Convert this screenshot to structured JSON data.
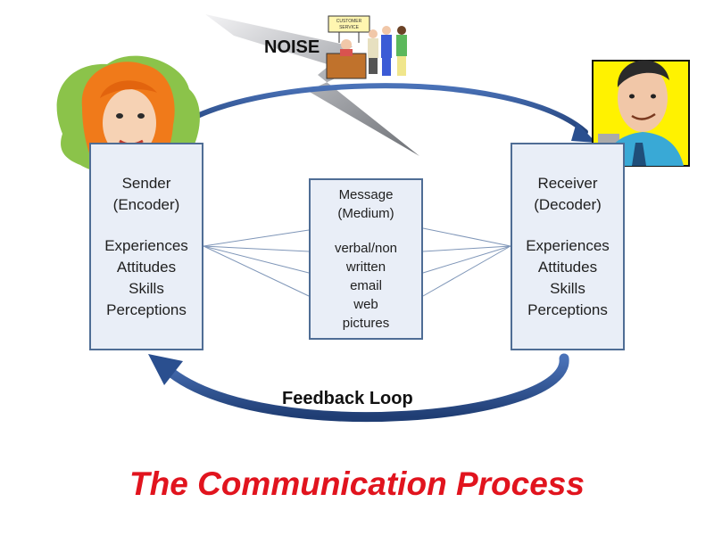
{
  "noise_label": "NOISE",
  "sign_text": [
    "CUSTOMER",
    "SERVICE"
  ],
  "sender": {
    "title": "Sender",
    "subtitle": "(Encoder)",
    "items": [
      "Experiences",
      "Attitudes",
      "Skills",
      "Perceptions"
    ]
  },
  "message": {
    "title": "Message",
    "subtitle": "(Medium)",
    "items": [
      "verbal/non",
      "written",
      "email",
      "web",
      "pictures"
    ]
  },
  "receiver": {
    "title": "Receiver",
    "subtitle": "(Decoder)",
    "items": [
      "Experiences",
      "Attitudes",
      "Skills",
      "Perceptions"
    ]
  },
  "feedback_label": "Feedback Loop",
  "title": "The Communication Process",
  "colors": {
    "box_border": "#4f6d95",
    "box_fill": "#e9eef7",
    "arrow": "#2f5597",
    "title": "#e1141e"
  }
}
